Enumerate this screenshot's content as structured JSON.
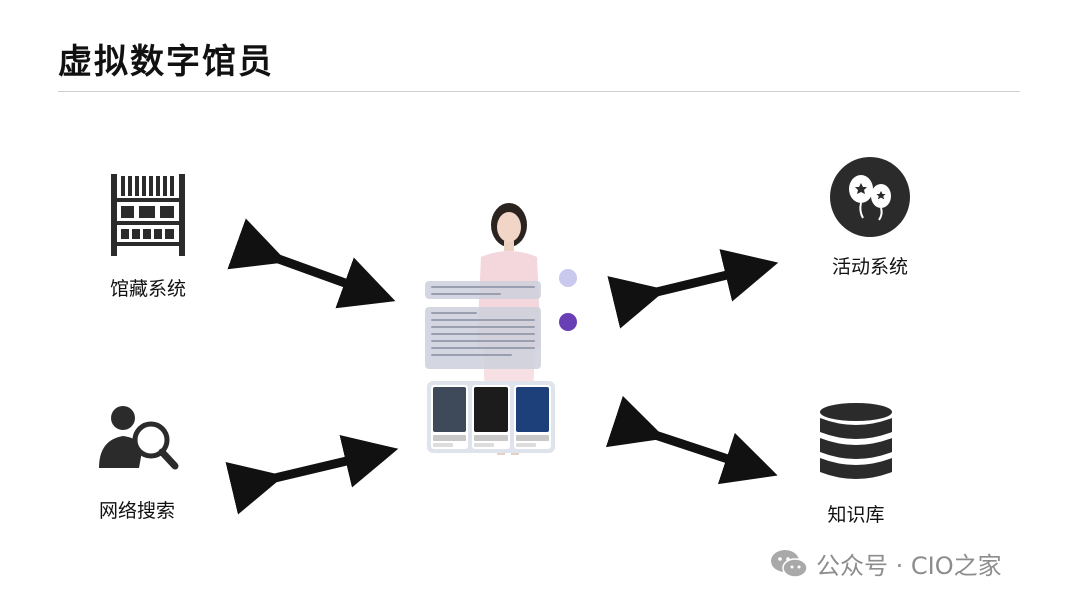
{
  "title": "虚拟数字馆员",
  "nodes": {
    "collection": {
      "label": "馆藏系统",
      "icon": "bookshelf-icon"
    },
    "activity": {
      "label": "活动系统",
      "icon": "balloons-icon"
    },
    "web_search": {
      "label": "网络搜索",
      "icon": "person-search-icon"
    },
    "knowledge": {
      "label": "知识库",
      "icon": "database-icon"
    }
  },
  "center": {
    "icon": "digital-librarian-avatar"
  },
  "watermark": {
    "text": "公众号 · CIO之家",
    "icon": "wechat-icon"
  },
  "colors": {
    "ink": "#111111",
    "rule": "#cfcfcf",
    "watermark": "#8d8d8d"
  }
}
